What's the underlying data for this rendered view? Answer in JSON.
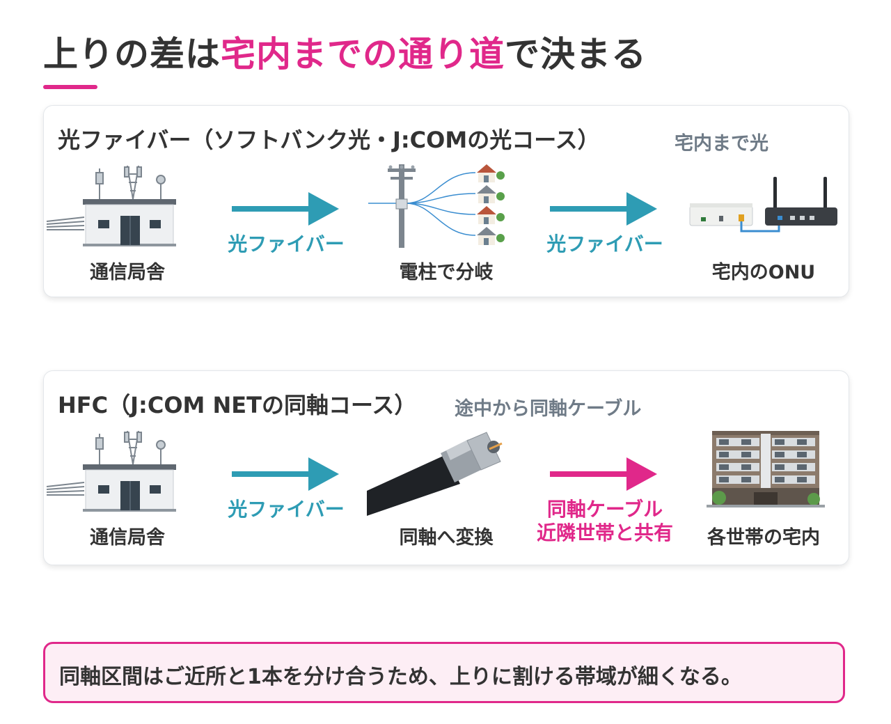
{
  "title": {
    "prefix": "上りの差は",
    "highlight": "宅内までの通り道",
    "suffix": "で決まる"
  },
  "colors": {
    "accent_pink": "#e0288a",
    "accent_teal": "#2e9cb4",
    "text": "#333333",
    "muted": "#6f7b87"
  },
  "fiber": {
    "title": "光ファイバー（ソフトバンク光・J:COMの光コース）",
    "subtitle": "宅内まで光",
    "nodes": [
      "通信局舎",
      "電柱で分岐",
      "宅内のONU"
    ],
    "arrows": [
      "光ファイバー",
      "光ファイバー"
    ]
  },
  "hfc": {
    "title": "HFC（J:COM NETの同軸コース）",
    "subtitle": "途中から同軸ケーブル",
    "nodes": [
      "通信局舎",
      "同軸へ変換",
      "各世帯の宅内"
    ],
    "arrow1": "光ファイバー",
    "arrow2_line1": "同軸ケーブル",
    "arrow2_line2": "近隣世帯と共有"
  },
  "note": "同軸区間はご近所と1本を分け合うため、上りに割ける帯域が細くなる。",
  "icons": [
    "building-icon",
    "antenna-icon",
    "utility-pole-icon",
    "house-icon",
    "onu-icon",
    "router-icon",
    "coax-cable-icon",
    "apartment-icon",
    "arrow-right-icon"
  ]
}
